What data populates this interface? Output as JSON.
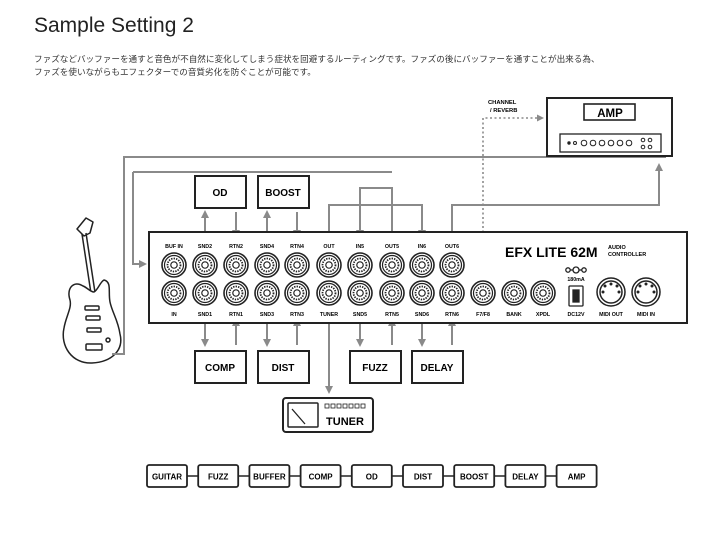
{
  "title": "Sample Setting 2",
  "description": [
    "ファズなどバッファーを通すと音色が不自然に変化してしまう症状を回避するルーティングです。ファズの後にバッファーを通すことが出来る為、",
    "ファズを使いながらもエフェクターでの音質劣化を防ぐことが可能です。"
  ],
  "device": {
    "name": "EFX LITE 62M",
    "subtitle": [
      "AUDIO",
      "CONTROLLER"
    ],
    "power_rating": "180mA",
    "top_jacks": [
      "BUF IN",
      "SND2",
      "RTN2",
      "SND4",
      "RTN4",
      "OUT",
      "IN5",
      "OUT5",
      "IN6",
      "OUT6"
    ],
    "bottom_jacks": [
      "IN",
      "SND1",
      "RTN1",
      "SND3",
      "RTN3",
      "TUNER",
      "SND5",
      "RTN5",
      "SND6",
      "RTN6",
      "F7/F8",
      "BANK",
      "XPDL"
    ],
    "power_label": "DC12V",
    "midi_out": "MIDI OUT",
    "midi_in": "MIDI IN"
  },
  "effects": {
    "od": "OD",
    "boost": "BOOST",
    "comp": "COMP",
    "dist": "DIST",
    "fuzz": "FUZZ",
    "delay": "DELAY",
    "tuner": "TUNER"
  },
  "amp": {
    "label": "AMP",
    "channel_label": [
      "CHANNEL",
      "/ REVERB"
    ]
  },
  "chain": [
    "GUITAR",
    "FUZZ",
    "BUFFER",
    "COMP",
    "OD",
    "DIST",
    "BOOST",
    "DELAY",
    "AMP"
  ]
}
